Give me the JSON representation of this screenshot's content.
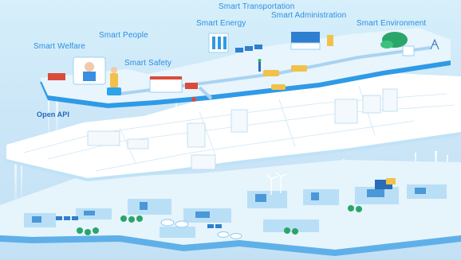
{
  "labels": {
    "smart_transportation": "Smart Transportation",
    "smart_administration": "Smart Administration",
    "smart_energy": "Smart Energy",
    "smart_environment": "Smart Environment",
    "smart_people": "Smart People",
    "smart_welfare": "Smart Welfare",
    "smart_safety": "Smart Safety",
    "open_api": "Open API"
  },
  "colors": {
    "background": "#cfe9f8",
    "label_text": "#2b8fe0",
    "top_layer": "#2f9ae6",
    "top_layer_surface": "#e8f5fd",
    "middle_layer": "#ffffff",
    "bottom_layer": "#e3f2fb"
  },
  "icons": [
    "doctor-icon",
    "person-icon",
    "traffic-light-icon",
    "fire-truck-icon",
    "bus-icon",
    "building-icon",
    "solar-panel-icon",
    "wind-turbine-icon",
    "tree-icon",
    "power-pylon-icon"
  ]
}
